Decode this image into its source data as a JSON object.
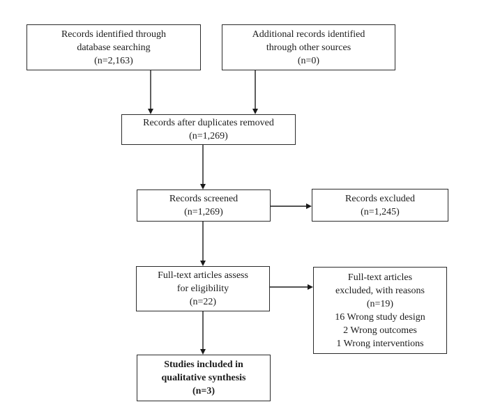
{
  "diagram": {
    "boxes": {
      "database": {
        "lines": [
          "Records identified through",
          "database searching",
          "(n=2,163)"
        ]
      },
      "other_sources": {
        "lines": [
          "Additional records identified",
          "through other sources",
          "(n=0)"
        ]
      },
      "duplicates_removed": {
        "lines": [
          "Records after duplicates removed",
          "(n=1,269)"
        ]
      },
      "screened": {
        "lines": [
          "Records screened",
          "(n=1,269)"
        ]
      },
      "records_excluded": {
        "lines": [
          "Records excluded",
          "(n=1,245)"
        ]
      },
      "fulltext_assessed": {
        "lines": [
          "Full-text articles assess",
          "for eligibility",
          "(n=22)"
        ]
      },
      "fulltext_excluded": {
        "lines": [
          "Full-text articles",
          "excluded, with reasons",
          "(n=19)",
          "16 Wrong study design",
          "2 Wrong outcomes",
          "1 Wrong interventions"
        ]
      },
      "included": {
        "lines": [
          "Studies included in",
          "qualitative synthesis",
          "(n=3)"
        ]
      }
    },
    "colors": {
      "line": "#1a1a1a",
      "border": "#2a2a2a",
      "text": "#1c1c1c",
      "background": "#ffffff"
    }
  }
}
